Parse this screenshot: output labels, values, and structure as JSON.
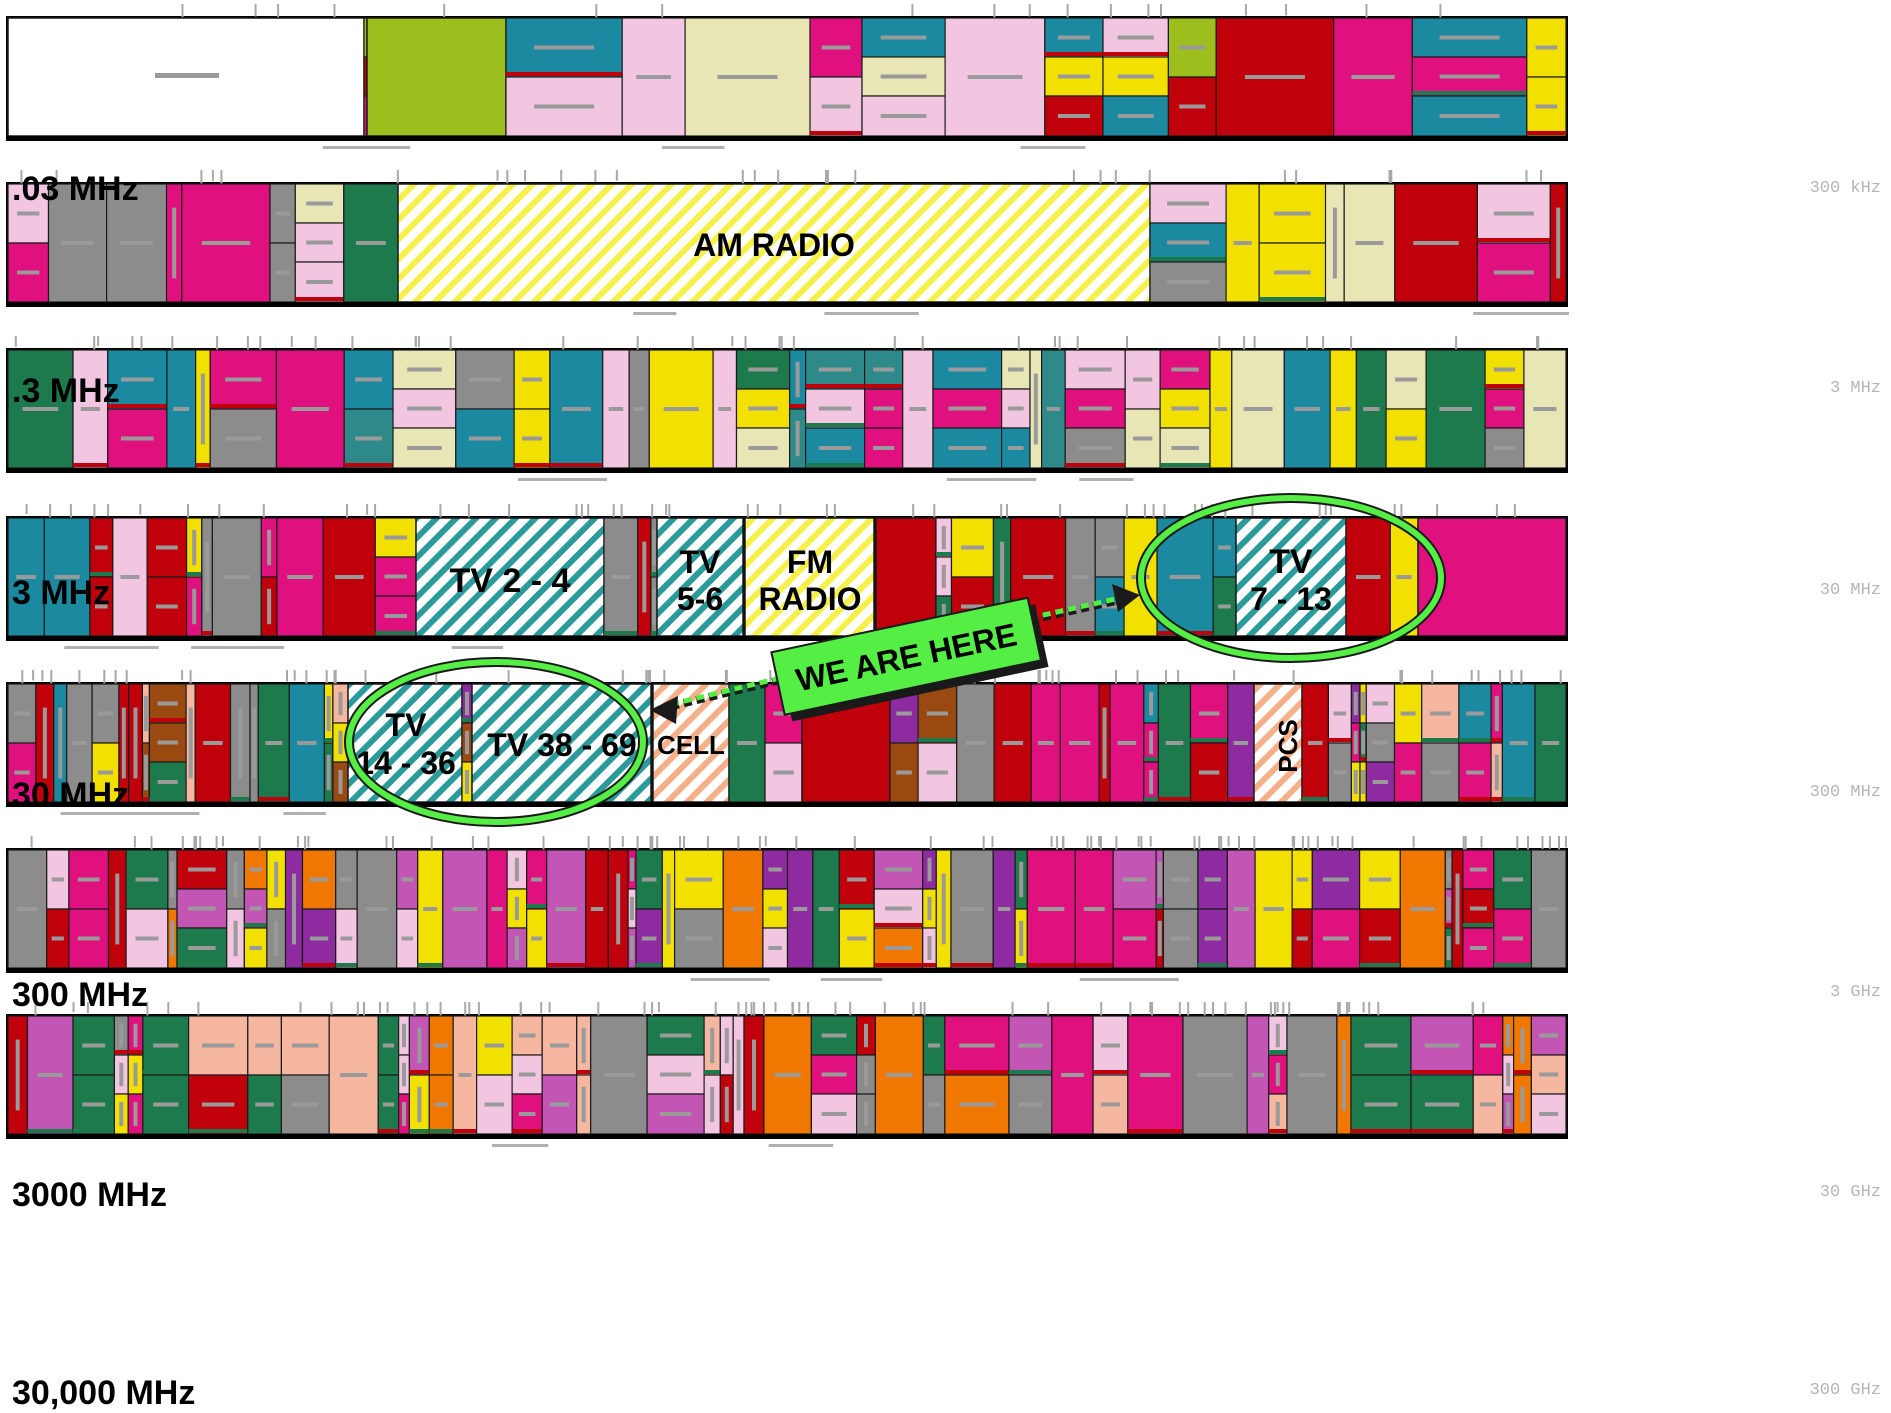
{
  "chart": {
    "title": "",
    "colors": {
      "pink": "#e0107f",
      "lightpink": "#f2c6e0",
      "beige": "#e8e6b4",
      "olive": "#9cbf1e",
      "teal": "#1b8aa0",
      "darkteal": "#2e8a8a",
      "green": "#1d7a4c",
      "red": "#c0000a",
      "yellow": "#f2e000",
      "purple": "#8e2ba0",
      "orange": "#f07800",
      "brown": "#9a4a10",
      "gray": "#8c8c8c",
      "violet": "#c355b4",
      "salmon": "#f5b7a0",
      "tvhatch": "#2a9a9a",
      "fmhatch": "#f5f04a",
      "cellhatch": "#f5b08a",
      "highlight": "#55ee44"
    },
    "bands": [
      {
        "id": "b1",
        "start_label": ".03 MHz",
        "end_label": "300 kHz"
      },
      {
        "id": "b2",
        "start_label": ".3 MHz",
        "end_label": "3 MHz"
      },
      {
        "id": "b3",
        "start_label": "3 MHz",
        "end_label": "30 MHz"
      },
      {
        "id": "b4",
        "start_label": "30 MHz",
        "end_label": "300 MHz"
      },
      {
        "id": "b5",
        "start_label": "300 MHz",
        "end_label": "3 GHz"
      },
      {
        "id": "b6",
        "start_label": "3000 MHz",
        "end_label": "30 GHz"
      },
      {
        "id": "b7",
        "start_label": "30,000 MHz",
        "end_label": "300 GHz"
      }
    ],
    "services": {
      "am_radio": "AM RADIO",
      "tv_2_4": "TV 2 - 4",
      "tv_5_6_line1": "TV",
      "tv_5_6_line2": "5-6",
      "fm_line1": "FM",
      "fm_line2": "RADIO",
      "tv_7_13_line1": "TV",
      "tv_7_13_line2": "7 - 13",
      "tv_14_36_line1": "TV",
      "tv_14_36_line2": "14 - 36",
      "tv_38_69": "TV 38 - 69",
      "cell": "CELL",
      "pcs": "PCS"
    },
    "callout": "WE ARE HERE"
  }
}
